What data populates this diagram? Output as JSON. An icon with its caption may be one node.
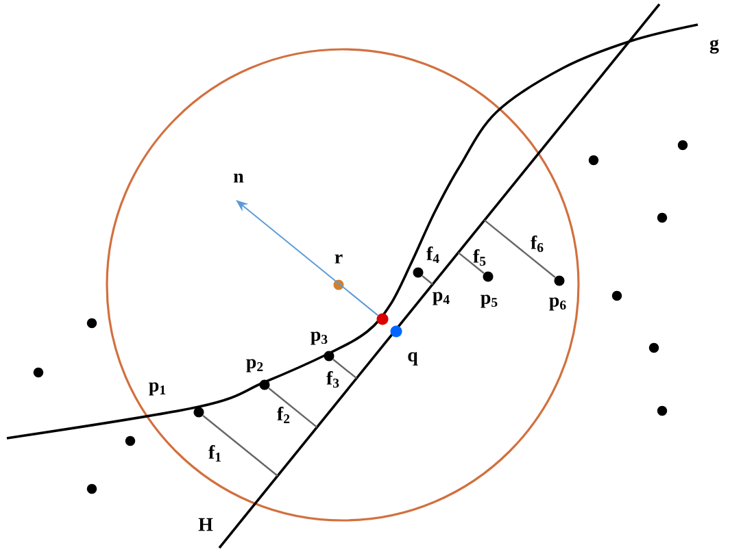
{
  "diagram": {
    "nodes": [
      {
        "text": [
          "p$_{1}$"
        ]
      },
      {
        "text": [
          "p$_{2}$"
        ]
      },
      {
        "text": [
          "p$_{3}$"
        ]
      },
      {
        "text": [
          "p$_{4}$"
        ]
      },
      {
        "text": [
          "p$_{5}$"
        ]
      },
      {
        "text": [
          "p$_{6}$"
        ]
      },
      {
        "text": [],
        "shape": "circle"
      },
      {
        "text": [
          "r"
        ]
      },
      {
        "text": [
          "q"
        ]
      }
    ],
    "edges": [
      {
        "from": 0,
        "to": null,
        "arrow": "none",
        "label": "f$_{1}$"
      },
      {
        "from": 1,
        "to": null,
        "arrow": "none",
        "label": "f$_{2}$"
      },
      {
        "from": 2,
        "to": null,
        "arrow": "none",
        "label": "f$_{3}$"
      },
      {
        "from": 3,
        "to": null,
        "arrow": "none",
        "label": "f$_{4}$"
      },
      {
        "from": 4,
        "to": null,
        "arrow": "none",
        "label": "f$_{5}$"
      },
      {
        "from": 5,
        "to": null,
        "arrow": "none",
        "label": "f$_{6}$"
      },
      {
        "from": 6,
        "to": null,
        "arrow": "to",
        "label": "n",
        "color": "#5b9bd5"
      }
    ],
    "labels": [
      "g",
      "H"
    ]
  }
}
